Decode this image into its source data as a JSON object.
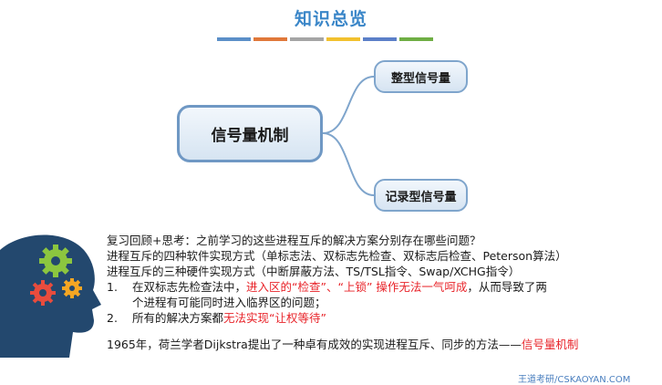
{
  "title": "知识总览",
  "title_bar_colors": [
    "#5b8fc8",
    "#e0783a",
    "#a5a5a5",
    "#f2c12e",
    "#5b7fc8",
    "#6fae44"
  ],
  "mindmap": {
    "center": "信号量机制",
    "branch_top": "整型信号量",
    "branch_bottom": "记录型信号量"
  },
  "review": {
    "line1": "复习回顾+思考：之前学习的这些进程互斥的解决方案分别存在哪些问题？",
    "line2": "进程互斥的四种软件实现方式（单标志法、双标志先检查、双标志后检查、Peterson算法）",
    "line3": "进程互斥的三种硬件实现方式（中断屏蔽方法、TS/TSL指令、Swap/XCHG指令）",
    "item1_num": "1.",
    "item1_a": "在双标志先检查法中，",
    "item1_b": "进入区的“检查”、“上锁” 操作无法一气呵成",
    "item1_c": "，从而导致了两",
    "item1_cont": "个进程有可能同时进入临界区的问题；",
    "item2_num": "2.",
    "item2_a": "所有的解决方案都",
    "item2_b": "无法实现“让权等待”",
    "history_a": "1965年，荷兰学者Dijkstra提出了一种卓有成效的实现进程互斥、同步的方法——",
    "history_b": "信号量机制"
  },
  "footer": "王道考研/CSKAOYAN.COM",
  "colors": {
    "accent_blue": "#3a86c8",
    "highlight_red": "#e8242a",
    "node_border": "#7fa5cc"
  },
  "icons": {
    "head": "head-with-gears-icon"
  }
}
